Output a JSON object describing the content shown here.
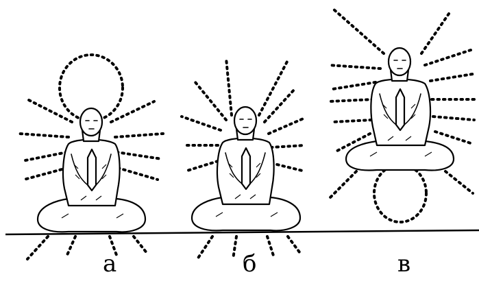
{
  "figure": {
    "panels": [
      {
        "id": "a",
        "label": "а",
        "state": "head-halo"
      },
      {
        "id": "b",
        "label": "б",
        "state": "radiating"
      },
      {
        "id": "c",
        "label": "в",
        "state": "levitating"
      }
    ],
    "ink_color": "#000000",
    "background": "#ffffff"
  }
}
